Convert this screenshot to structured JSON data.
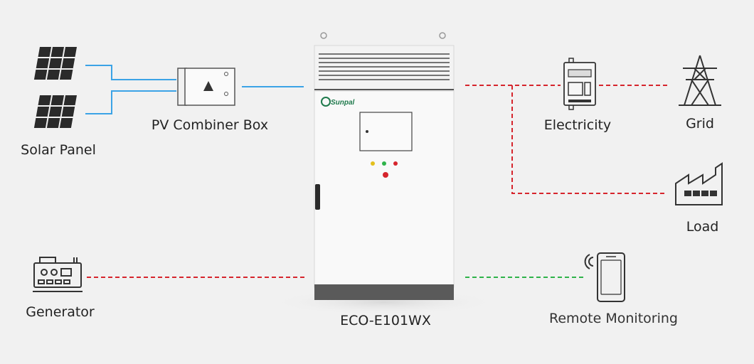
{
  "labels": {
    "solar_panel": "Solar Panel",
    "pv_combiner_box": "PV Combiner Box",
    "electricity": "Electricity",
    "grid": "Grid",
    "load": "Load",
    "generator": "Generator",
    "product_model": "ECO-E101WX",
    "remote_monitoring": "Remote Monitoring",
    "brand": "Sunpal"
  },
  "colors": {
    "dc_line": "#3ba3e6",
    "ac_line": "#d6252d",
    "comm_line": "#2fb34a",
    "cabinet_body": "#f9f9f9",
    "cabinet_base": "#5a5a5a",
    "icon_stroke": "#333333",
    "label_text": "#222222"
  }
}
